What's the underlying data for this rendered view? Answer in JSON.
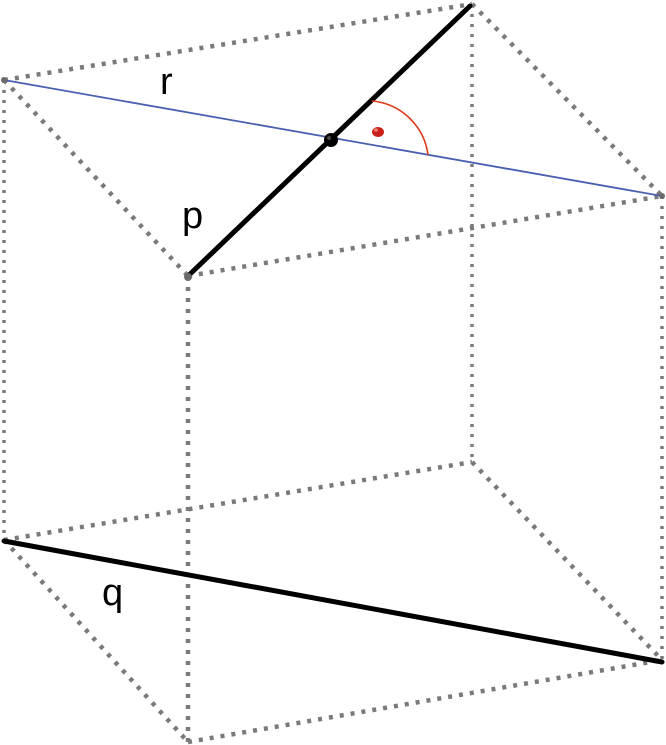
{
  "labels": {
    "r": "r",
    "p": "p",
    "q": "q"
  },
  "colors": {
    "cube_edges": "#7a7a7a",
    "line_p": "#000000",
    "line_q": "#000000",
    "line_r": "#4a5fb0",
    "right_angle_mark": "#e03a1a",
    "intersection_point": "#000000"
  },
  "marks": {
    "right_angle": "angle-marker",
    "intersection": "point-marker"
  }
}
